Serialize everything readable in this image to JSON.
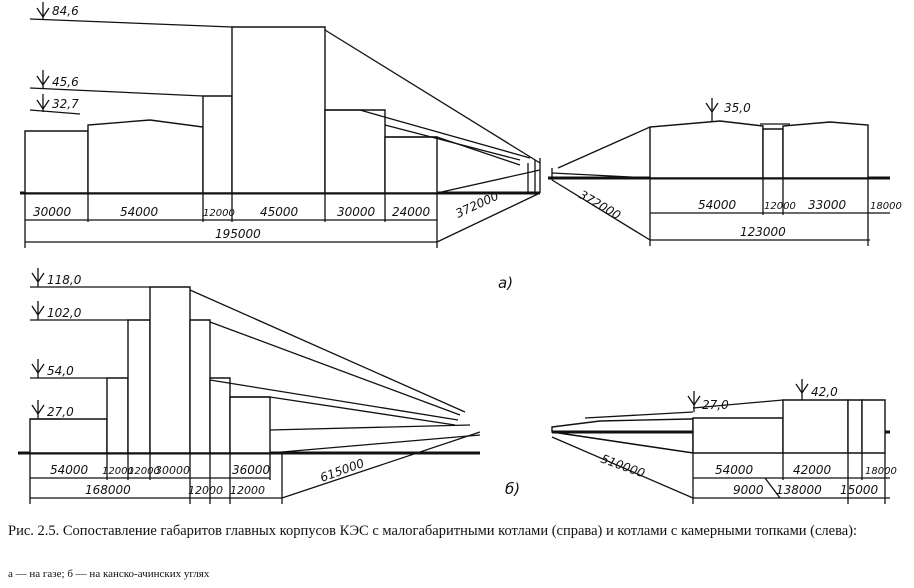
{
  "top": {
    "levels": [
      "84,6",
      "45,6",
      "32,7"
    ],
    "level_right": "35,0",
    "dims_left": [
      "30000",
      "54000",
      "12000",
      "45000",
      "30000",
      "24000"
    ],
    "total_left": "195000",
    "slant_left": "372000",
    "slant_right": "372000",
    "dims_right": [
      "54000",
      "12000",
      "33000",
      "18000"
    ],
    "total_right": "123000",
    "label": "a)"
  },
  "bottom": {
    "levels": [
      "118,0",
      "102,0",
      "54,0",
      "27,0"
    ],
    "levels_right": [
      "27,0",
      "42,0"
    ],
    "dims_left": [
      "54000",
      "12000",
      "12000",
      "30000",
      "36000"
    ],
    "dims_left_row2": [
      "168000",
      "12000",
      "12000"
    ],
    "slant_left": "615000",
    "slant_right": "510000",
    "dims_right": [
      "54000",
      "42000",
      "18000"
    ],
    "dims_right_row2": [
      "9000",
      "138000",
      "15000"
    ],
    "label": "б)"
  },
  "caption": {
    "main": "Рис. 2.5. Сопоставление габаритов главных корпусов КЭС с малогабаритными котлами (справа) и котлами с камерными топками (слева):",
    "sub": "а — на газе; б — на канско-ачинских углях"
  }
}
